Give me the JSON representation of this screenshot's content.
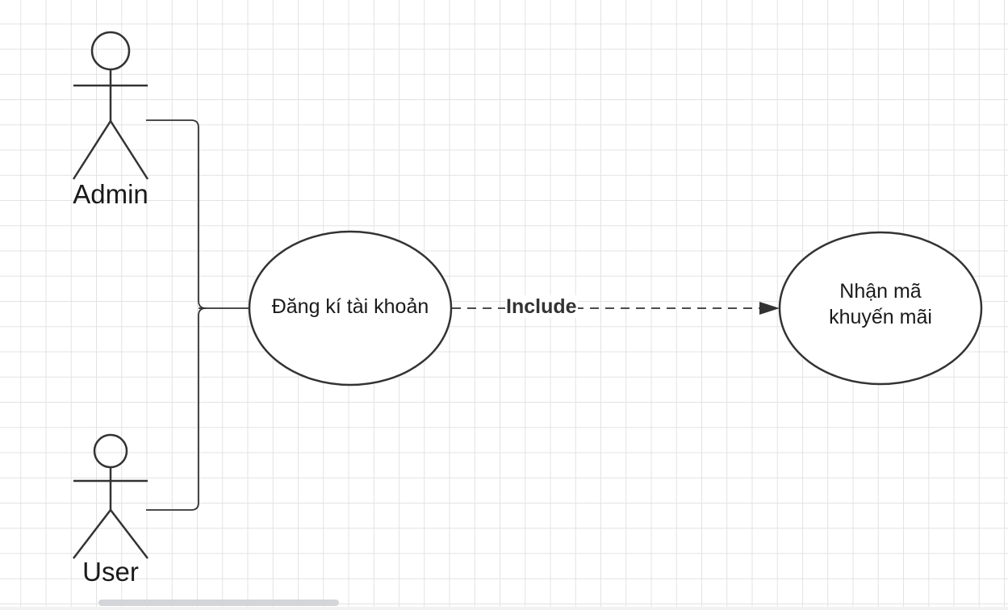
{
  "diagram": {
    "actors": [
      {
        "id": "admin",
        "label": "Admin"
      },
      {
        "id": "user",
        "label": "User"
      }
    ],
    "use_cases": [
      {
        "id": "register",
        "label": "Đăng kí tài khoản"
      },
      {
        "id": "promo",
        "label_lines": [
          "Nhận mã",
          "khuyến mãi"
        ]
      }
    ],
    "relations": [
      {
        "type": "association",
        "from": "admin",
        "to": "register"
      },
      {
        "type": "association",
        "from": "user",
        "to": "register"
      },
      {
        "type": "include",
        "from": "register",
        "to": "promo",
        "label": "Include"
      }
    ]
  },
  "colors": {
    "stroke": "#333333",
    "grid": "#e3e3e3",
    "background": "#ffffff"
  }
}
